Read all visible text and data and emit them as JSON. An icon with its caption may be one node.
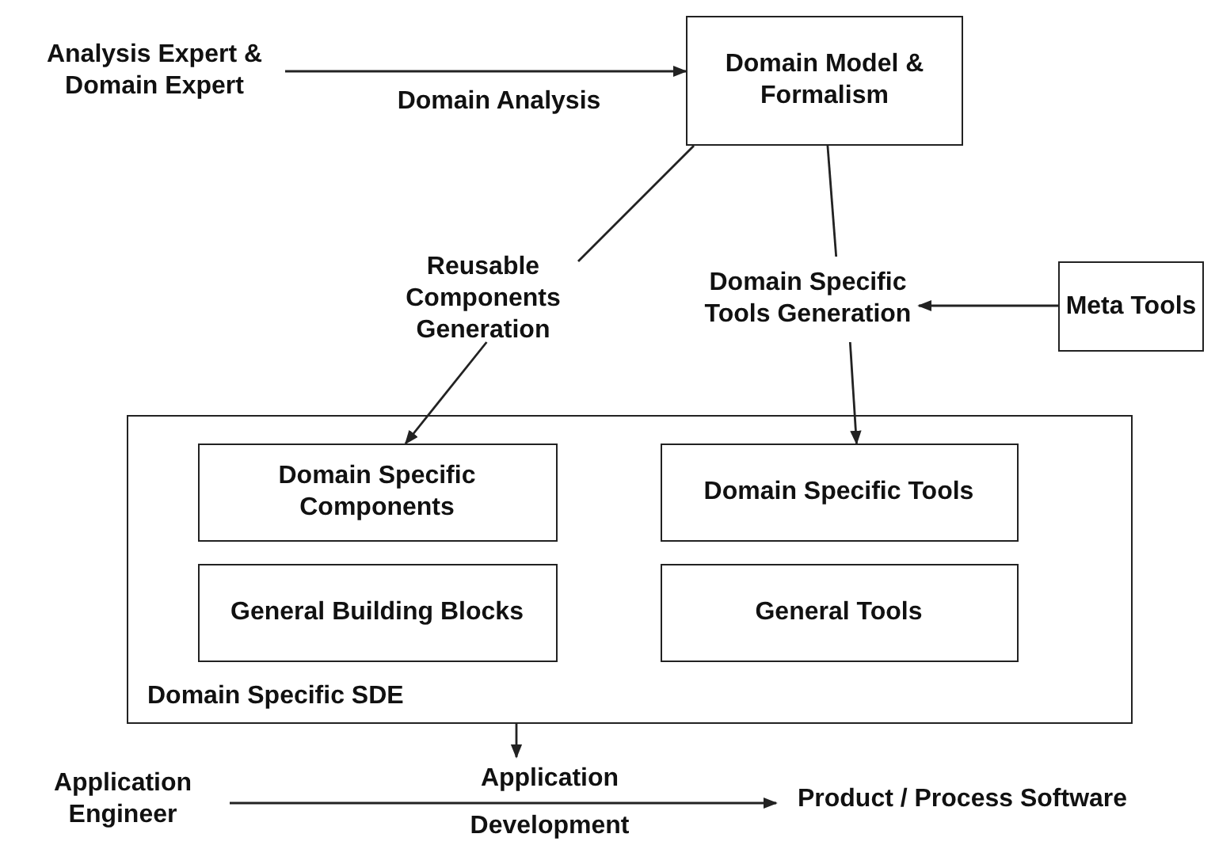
{
  "diagram": {
    "nodes": [
      {
        "text": [
          "Analysis Expert & Domain Expert"
        ]
      },
      {
        "text": [
          "Domain Model & Formalism"
        ]
      },
      {
        "text": [
          "Reusable Components Generation"
        ]
      },
      {
        "text": [
          "Domain Specific Tools Generation"
        ]
      },
      {
        "text": [
          "Meta Tools"
        ]
      },
      {
        "text": [
          "Domain Specific SDE"
        ]
      },
      {
        "text": [
          "Domain Specific Components"
        ],
        "in": 5
      },
      {
        "text": [
          "Domain Specific Tools"
        ],
        "in": 5
      },
      {
        "text": [
          "General Building Blocks"
        ],
        "in": 5
      },
      {
        "text": [
          "General Tools"
        ],
        "in": 5
      },
      {
        "text": [
          "Application Engineer"
        ]
      },
      {
        "text": [
          "Product / Process Software"
        ]
      }
    ],
    "edges": [
      {
        "from": 0,
        "to": 1,
        "arrow": "to",
        "label": "Domain Analysis"
      },
      {
        "from": 1,
        "to": 2,
        "arrow": "none"
      },
      {
        "from": 2,
        "to": 6,
        "arrow": "to"
      },
      {
        "from": 1,
        "to": 3,
        "arrow": "none"
      },
      {
        "from": 3,
        "to": 7,
        "arrow": "to"
      },
      {
        "from": 4,
        "to": 3,
        "arrow": "to"
      },
      {
        "from": 5,
        "to": null,
        "arrow": "to"
      },
      {
        "from": 10,
        "to": 11,
        "arrow": "to",
        "label": "Application Development"
      }
    ]
  }
}
